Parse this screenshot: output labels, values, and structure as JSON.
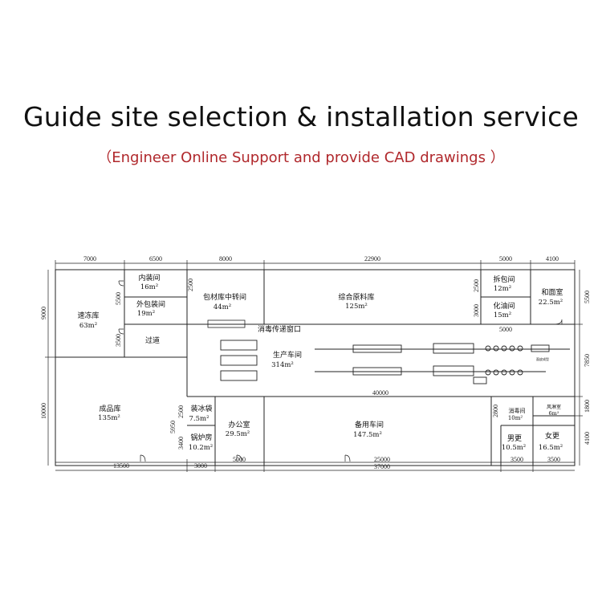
{
  "header": {
    "title": "Guide site selection & installation service",
    "subtitle": "（Engineer Online Support and provide CAD drawings ）"
  },
  "dimensions": {
    "top": [
      "7000",
      "6500",
      "8000",
      "22900",
      "5000",
      "4100"
    ],
    "left": [
      "9000",
      "10000"
    ],
    "left_inner": [
      "5500",
      "3500"
    ],
    "right": [
      "5500",
      "7850",
      "1800",
      "4100"
    ],
    "bottom": [
      "13500",
      "3000",
      "5000",
      "25000",
      "3500",
      "3500"
    ],
    "bottom_total": "37000",
    "middle": "40000",
    "small": {
      "d2500a": "2500",
      "d2500b": "2500",
      "d3000": "3000",
      "d5000": "5000",
      "d2500c": "2500",
      "d3400": "3400",
      "d5950": "5950",
      "d2800": "2800"
    }
  },
  "rooms": {
    "r1": {
      "name": "速冻库",
      "area": "63m²"
    },
    "r2": {
      "name": "内装间",
      "area": "16m²"
    },
    "r3": {
      "name": "外包装间",
      "area": "19m²"
    },
    "r4": {
      "name": "过道",
      "area": ""
    },
    "r5": {
      "name": "包材库中转间",
      "area": "44m²"
    },
    "r6": {
      "name": "综合原料库",
      "area": "125m²"
    },
    "r7": {
      "name": "拆包间",
      "area": "12m²"
    },
    "r8": {
      "name": "化油间",
      "area": "15m²"
    },
    "r9": {
      "name": "和面室",
      "area": "22.5m²"
    },
    "r10": {
      "name": "消毒传递窗口",
      "area": ""
    },
    "r11": {
      "name": "生产车间",
      "area": "314m²"
    },
    "r12": {
      "name": "成品库",
      "area": "135m²"
    },
    "r13": {
      "name": "装冰袋",
      "area": "7.5m²"
    },
    "r14": {
      "name": "锅炉房",
      "area": "10.2m²"
    },
    "r15": {
      "name": "办公室",
      "area": "29.5m²"
    },
    "r16": {
      "name": "备用车间",
      "area": "147.5m²"
    },
    "r17": {
      "name": "消毒间",
      "area": "10m²"
    },
    "r18": {
      "name": "风淋室",
      "area": "6m²"
    },
    "r19": {
      "name": "男更",
      "area": "10.5m²"
    },
    "r20": {
      "name": "女更",
      "area": "16.5m²"
    }
  },
  "labels": {
    "station_tag": "面皮成型"
  }
}
